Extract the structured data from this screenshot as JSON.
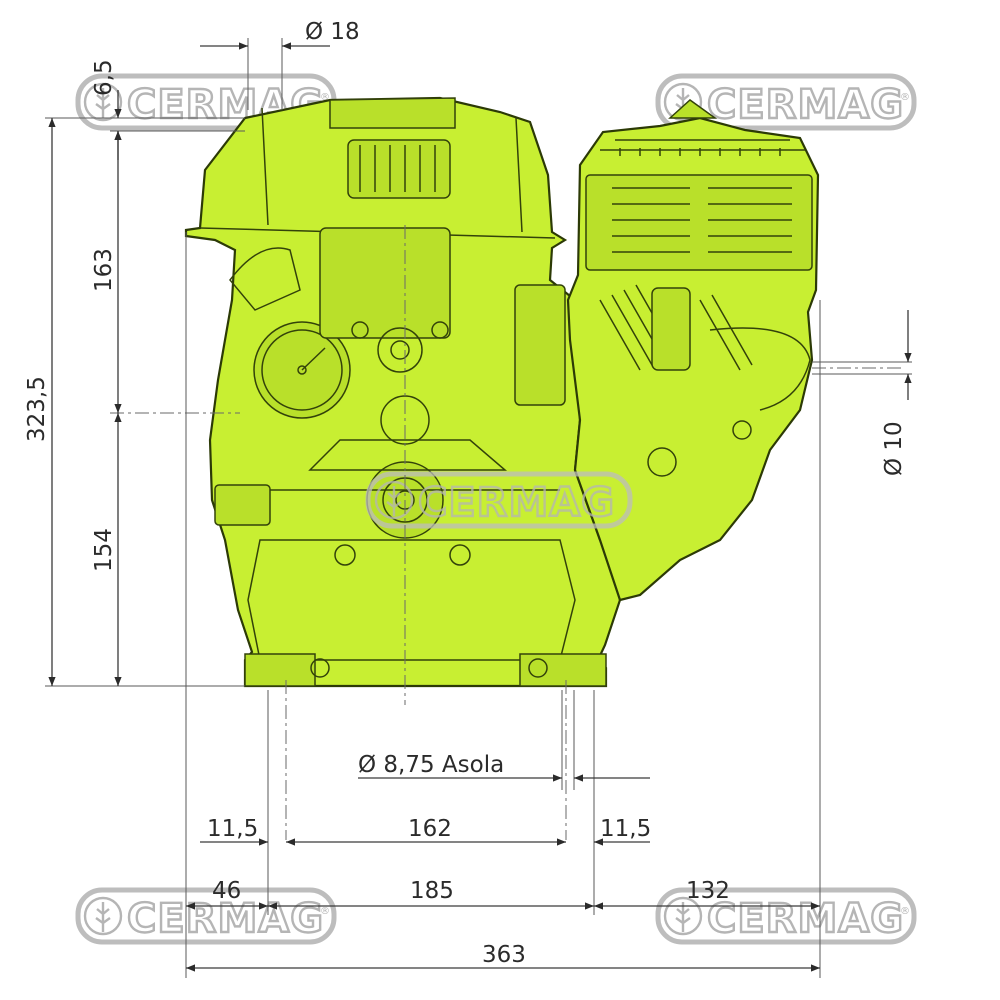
{
  "brand": {
    "watermark_text": "CERMAG",
    "registered_mark": "®",
    "watermark_color": "#b5b5b5"
  },
  "colors": {
    "engine_fill": "#c8ef32",
    "engine_outline": "#2c3a06",
    "dimension_line": "#3a3a3a"
  },
  "dimensions": {
    "shaft_diameter": "Ø 18",
    "top_offset": "6,5",
    "total_height": "323,5",
    "upper_height": "163",
    "lower_height": "154",
    "hole_diameter": "Ø 10",
    "slot_label": "Ø 8,75 Asola",
    "foot_left_margin": "11,5",
    "foot_spacing": "162",
    "foot_right_margin": "11,5",
    "left_width": "46",
    "mid_width": "185",
    "right_width": "132",
    "total_width": "363"
  }
}
